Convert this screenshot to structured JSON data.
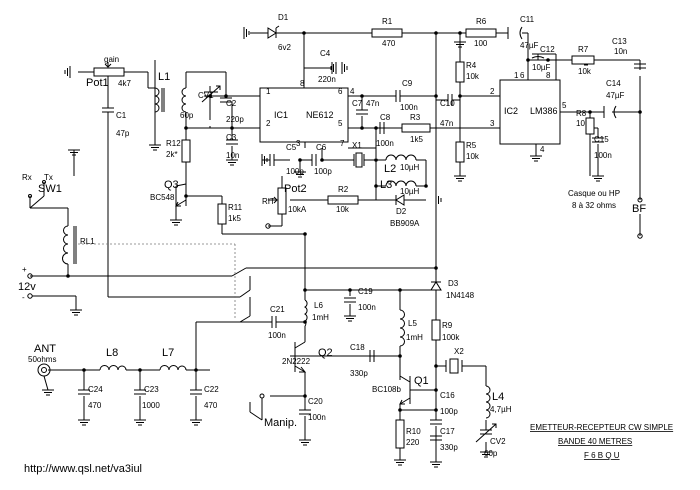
{
  "ic": {
    "ic1": {
      "ref": "IC1",
      "part": "NE612",
      "pins": [
        "8",
        "1",
        "2",
        "6",
        "4",
        "5",
        "7",
        "3"
      ]
    },
    "ic2": {
      "ref": "IC2",
      "part": "LM386",
      "pins": [
        "6",
        "2",
        "3",
        "1",
        "8",
        "5",
        "4"
      ]
    }
  },
  "res": {
    "r1": {
      "ref": "R1",
      "val": "470"
    },
    "r2": {
      "ref": "R2",
      "val": "10k"
    },
    "r3": {
      "ref": "R3",
      "val": "1k5"
    },
    "r4": {
      "ref": "R4",
      "val": "10k"
    },
    "r5": {
      "ref": "R5",
      "val": "10k"
    },
    "r6": {
      "ref": "R6",
      "val": "100"
    },
    "r7": {
      "ref": "R7",
      "val": "10k"
    },
    "r8": {
      "ref": "R8",
      "val": "10"
    },
    "r9": {
      "ref": "R9",
      "val": "100k"
    },
    "r10": {
      "ref": "R10",
      "val": "220"
    },
    "r11": {
      "ref": "R11",
      "val": "1k5"
    },
    "r12": {
      "ref": "R12",
      "val": "2k*"
    }
  },
  "cap": {
    "c1": {
      "ref": "C1",
      "val": "47p"
    },
    "c2": {
      "ref": "C2",
      "val": "220p"
    },
    "c3": {
      "ref": "C3",
      "val": "10n"
    },
    "c4": {
      "ref": "C4",
      "val": "220n"
    },
    "c5": {
      "ref": "C5",
      "val": "100p"
    },
    "c6": {
      "ref": "C6",
      "val": "100p"
    },
    "c7": {
      "ref": "C7",
      "val": "47n"
    },
    "c8": {
      "ref": "C8",
      "val": "100n"
    },
    "c9": {
      "ref": "C9",
      "val": "100n"
    },
    "c10": {
      "ref": "C10",
      "val": "47n"
    },
    "c11": {
      "ref": "C11",
      "val": "47µF"
    },
    "c12": {
      "ref": "C12",
      "val": "10µF"
    },
    "c13": {
      "ref": "C13",
      "val": "10n"
    },
    "c14": {
      "ref": "C14",
      "val": "47µF"
    },
    "c15": {
      "ref": "C15",
      "val": "100n"
    },
    "c16": {
      "ref": "C16",
      "val": "100p"
    },
    "c17": {
      "ref": "C17",
      "val": "330p"
    },
    "c18": {
      "ref": "C18",
      "val": "330p"
    },
    "c19": {
      "ref": "C19",
      "val": "100n"
    },
    "c20": {
      "ref": "C20",
      "val": "100n"
    },
    "c21": {
      "ref": "C21",
      "val": "100n"
    },
    "c22": {
      "ref": "C22",
      "val": "470"
    },
    "c23": {
      "ref": "C23",
      "val": "1000"
    },
    "c24": {
      "ref": "C24",
      "val": "470"
    },
    "cv1": {
      "ref": "CV1",
      "val": "60p"
    },
    "cv2": {
      "ref": "CV2",
      "val": "60p"
    }
  },
  "ind": {
    "l1": {
      "ref": "L1"
    },
    "l2": {
      "ref": "L2",
      "val": "10µH"
    },
    "l3": {
      "ref": "L3",
      "val": "10µH"
    },
    "l4": {
      "ref": "L4",
      "val": "4,7µH"
    },
    "l5": {
      "ref": "L5",
      "val": "1mH"
    },
    "l6": {
      "ref": "L6",
      "val": "1mH"
    },
    "l7": {
      "ref": "L7"
    },
    "l8": {
      "ref": "L8"
    }
  },
  "diode": {
    "d1": {
      "ref": "D1",
      "val": "6v2"
    },
    "d2": {
      "ref": "D2",
      "val": "BB909A"
    },
    "d3": {
      "ref": "D3",
      "val": "1N4148"
    }
  },
  "trans": {
    "q1": {
      "ref": "Q1",
      "val": "BC108b"
    },
    "q2": {
      "ref": "Q2",
      "val": "2N2222"
    },
    "q3": {
      "ref": "Q3",
      "val": "BC548"
    }
  },
  "xtal": {
    "x1": {
      "ref": "X1"
    },
    "x2": {
      "ref": "X2"
    }
  },
  "pots": {
    "pot1": {
      "ref": "Pot1",
      "name": "gain",
      "val": "4k7"
    },
    "pot2": {
      "ref": "Pot2",
      "val": "10kA",
      "name": "RIT"
    }
  },
  "misc": {
    "rx": "Rx",
    "tx": "Tx",
    "sw1": "SW1",
    "rl1": "RL1",
    "plus": "+",
    "v12": "12v",
    "minus": "-",
    "ant": "ANT",
    "ant_imp": "50ohms",
    "manip": "Manip.",
    "hp1": "Casque ou HP",
    "hp2": "8 à 32 ohms",
    "bf": "BF"
  },
  "title": {
    "line1": "EMETTEUR-RECEPTEUR CW SIMPLE",
    "line2": "BANDE 40 METRES",
    "line3": "F 6 B Q U"
  },
  "url": "http://www.qsl.net/va3iul"
}
